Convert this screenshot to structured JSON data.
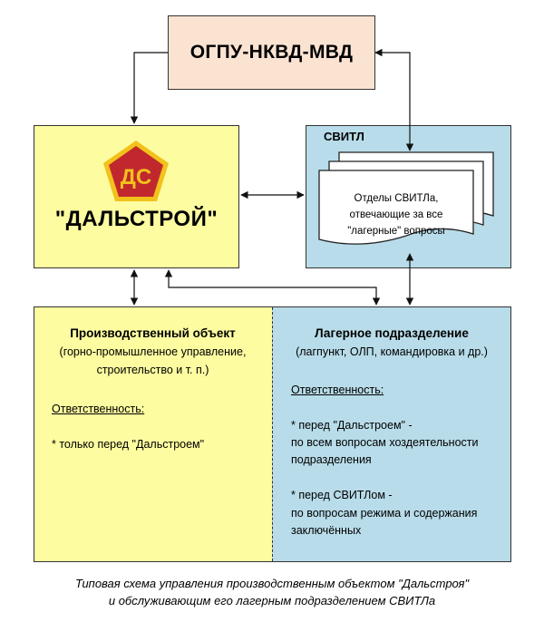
{
  "top_box": {
    "label": "ОГПУ-НКВД-МВД"
  },
  "dalstroy_box": {
    "label": "\"ДАЛЬСТРОЙ\"",
    "logo_text": "ДС"
  },
  "svitl_box": {
    "title": "СВИТЛ",
    "document_lines": [
      "Отделы СВИТЛа,",
      "отвечающие за все",
      "\"лагерные\" вопросы"
    ]
  },
  "production": {
    "title": "Производственный объект",
    "subtitle_lines": [
      "(горно-промышленное управление,",
      "строительство и т. п.)"
    ],
    "responsibility_label": "Ответственность:",
    "items": [
      "* только перед \"Дальстроем\""
    ]
  },
  "camp": {
    "title": "Лагерное подразделение",
    "subtitle": "(лагпункт, ОЛП, командировка и др.)",
    "responsibility_label": "Ответственность:",
    "item1_lines": [
      "* перед \"Дальстроем\" -",
      "по всем вопросам хоздеятельности",
      "подразделения"
    ],
    "item2_lines": [
      "* перед СВИТЛом -",
      "по вопросам режима и содержания",
      "заключённых"
    ]
  },
  "caption_lines": [
    "Типовая схема управления производственным объектом \"Дальстроя\"",
    "и обслуживающим его лагерным подразделением СВИТЛа"
  ],
  "colors": {
    "top_box": "#fbe3d2",
    "yellow": "#fdfca0",
    "blue": "#b8dce9",
    "logo_red": "#c0282e",
    "logo_gold": "#f2c21b"
  }
}
